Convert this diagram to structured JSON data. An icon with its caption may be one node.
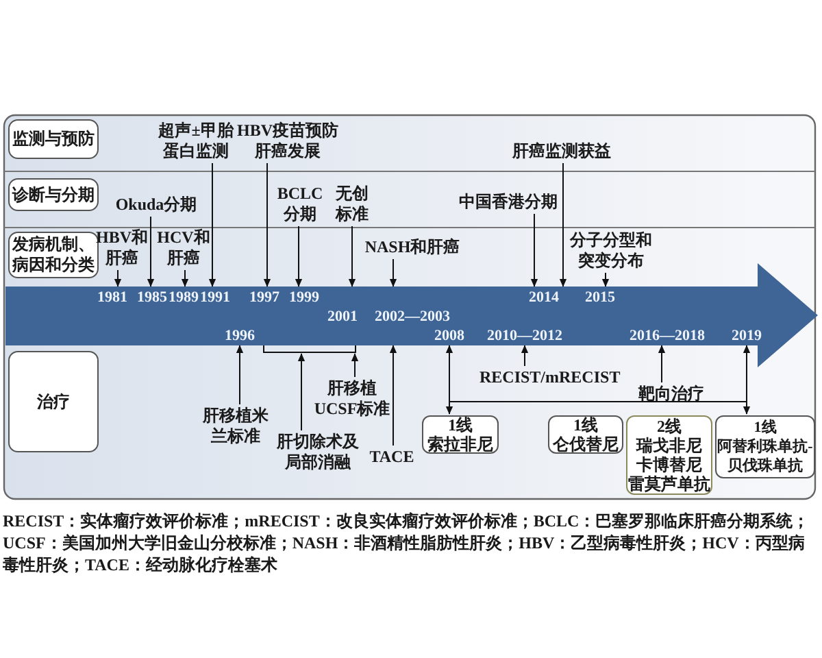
{
  "diagram": {
    "caption": "RECIST：实体瘤疗效评价标准；mRECIST：改良实体瘤疗效评价标准；BCLC：巴塞罗那临床肝癌分期系统；UCSF：美国加州大学旧金山分校标准；NASH：非酒精性脂肪性肝炎；HBV：乙型病毒性肝炎；HCV：丙型病毒性肝炎；TACE：经动脉化疗栓塞术",
    "nodes": [
      {
        "text": [
          "监测与预防"
        ]
      },
      {
        "text": [
          "诊断与分期"
        ]
      },
      {
        "text": [
          "发病机制、病因和分类"
        ]
      },
      {
        "text": [
          "治疗"
        ]
      },
      {
        "text": [],
        "shape": "arrow"
      },
      {
        "text": [
          "超声±甲胎蛋白监测"
        ]
      },
      {
        "text": [
          "HBV疫苗预防肝癌发展"
        ]
      },
      {
        "text": [
          "肝癌监测获益"
        ]
      },
      {
        "text": [
          "Okuda分期"
        ]
      },
      {
        "text": [
          "BCLC分期"
        ]
      },
      {
        "text": [
          "无创标准"
        ]
      },
      {
        "text": [
          "中国香港分期"
        ]
      },
      {
        "text": [
          "HBV和肝癌"
        ]
      },
      {
        "text": [
          "HCV和肝癌"
        ]
      },
      {
        "text": [
          "NASH和肝癌"
        ]
      },
      {
        "text": [
          "分子分型和突变分布"
        ]
      },
      {
        "text": [
          "肝移植米兰标准"
        ]
      },
      {
        "text": [
          "肝切除术及局部消融"
        ]
      },
      {
        "text": [
          "肝移植UCSF标准"
        ]
      },
      {
        "text": [
          "TACE"
        ]
      },
      {
        "text": [
          "RECIST/mRECIST"
        ]
      },
      {
        "text": [
          "靶向治疗"
        ]
      },
      {
        "text": [
          "1线",
          "索拉非尼"
        ]
      },
      {
        "text": [
          "1线",
          "仑伐替尼"
        ]
      },
      {
        "text": [
          "2线",
          "瑞戈非尼",
          "卡博替尼",
          "雷莫芦单抗"
        ]
      },
      {
        "text": [
          "1线",
          "阿替利珠单抗-贝伐珠单抗"
        ]
      },
      {
        "text": [],
        "shape": "bracket"
      }
    ],
    "edges": [
      {
        "from": 5,
        "to": 4,
        "arrow": "to"
      },
      {
        "from": 6,
        "to": 4,
        "arrow": "to"
      },
      {
        "from": 7,
        "to": 4,
        "arrow": "to"
      },
      {
        "from": 8,
        "to": 4,
        "arrow": "to"
      },
      {
        "from": 9,
        "to": 4,
        "arrow": "to"
      },
      {
        "from": 10,
        "to": 4,
        "arrow": "to"
      },
      {
        "from": 11,
        "to": 4,
        "arrow": "to"
      },
      {
        "from": 12,
        "to": 4,
        "arrow": "to"
      },
      {
        "from": 13,
        "to": 4,
        "arrow": "to"
      },
      {
        "from": 14,
        "to": 4,
        "arrow": "to"
      },
      {
        "from": 15,
        "to": 4,
        "arrow": "to"
      },
      {
        "from": 16,
        "to": 4,
        "arrow": "to"
      },
      {
        "from": 17,
        "to": 26,
        "arrow": "to"
      },
      {
        "from": 18,
        "to": 26,
        "arrow": "to"
      },
      {
        "from": 19,
        "to": 4,
        "arrow": "to"
      },
      {
        "from": 20,
        "to": 4,
        "arrow": "to"
      },
      {
        "from": 21,
        "to": 4,
        "arrow": "to"
      },
      {
        "from": 22,
        "to": 4,
        "arrow": "both"
      },
      {
        "from": 25,
        "to": 4,
        "arrow": "both"
      }
    ],
    "labels": [
      "1981",
      "1985",
      "1989",
      "1991",
      "1997",
      "1999",
      "2014",
      "2015",
      "2001",
      "2002—2003",
      "1996",
      "2008",
      "2010—2012",
      "2016—2018",
      "2019"
    ]
  }
}
